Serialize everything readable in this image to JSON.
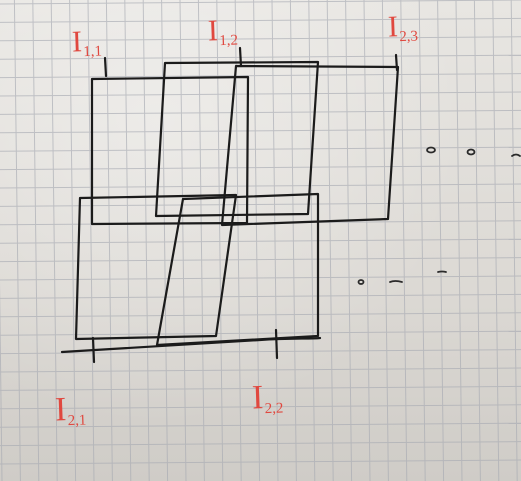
{
  "labels": {
    "i11": {
      "main": "I",
      "sub": "1,1"
    },
    "i12": {
      "main": "I",
      "sub": "1,2"
    },
    "i23": {
      "main": "I",
      "sub": "2,3"
    },
    "i21": {
      "main": "I",
      "sub": "2,1"
    },
    "i22": {
      "main": "I",
      "sub": "2,2"
    }
  },
  "colors": {
    "ink": "#1b1b1b",
    "red_ink": "#e0483f",
    "grid": "#9fa3ad",
    "paper": "#e3e1dc"
  }
}
